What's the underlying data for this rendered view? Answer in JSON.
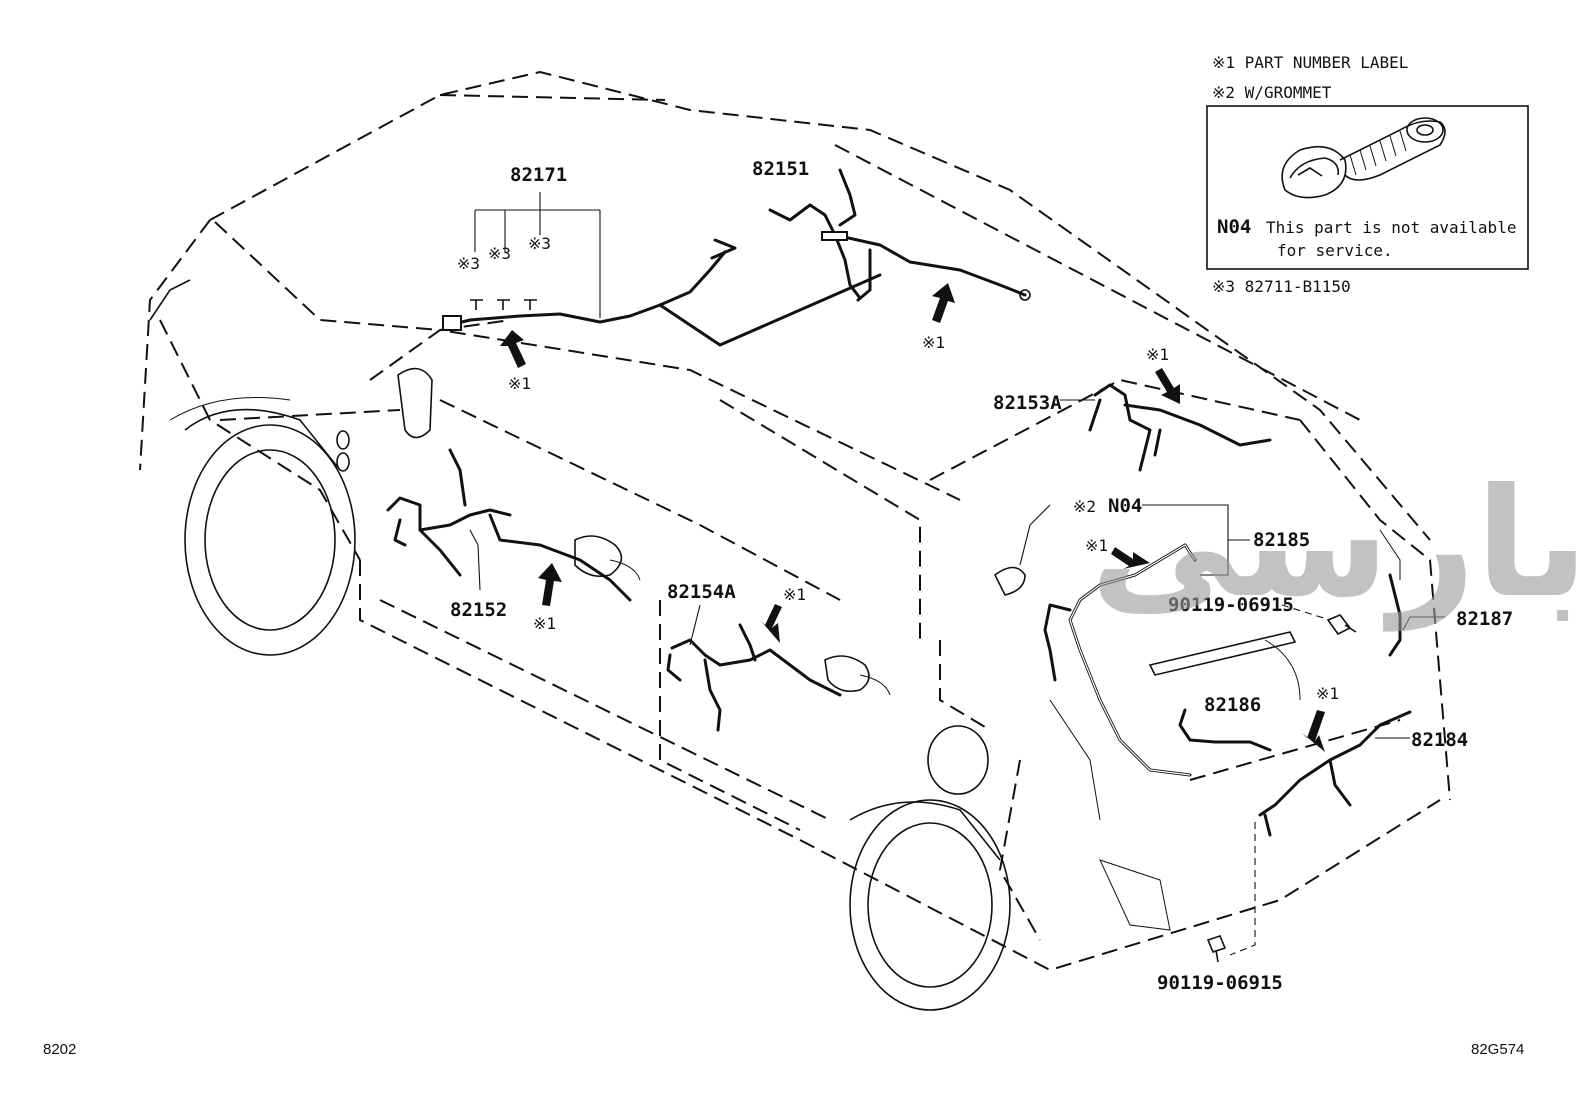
{
  "legend": {
    "note1": "※1 PART NUMBER LABEL",
    "note2": "※2 W/GROMMET",
    "box_code": "N04",
    "box_text_line1": "This part is not available",
    "box_text_line2": "for service.",
    "note3": "※3 82711-B1150"
  },
  "parts": {
    "p82171": "82171",
    "p82151": "82151",
    "p82153A": "82153A",
    "p82152": "82152",
    "p82154A": "82154A",
    "p82185": "82185",
    "p82187": "82187",
    "p82186": "82186",
    "p82184": "82184",
    "p90119_a": "90119-06915",
    "p90119_b": "90119-06915",
    "n04": "N04"
  },
  "refs": {
    "mark1": "※1",
    "mark2": "※2",
    "mark3": "※3"
  },
  "watermark": "ﺑﺎﺭﺳﻰ",
  "footer": {
    "left": "8202",
    "right": "82G574"
  }
}
